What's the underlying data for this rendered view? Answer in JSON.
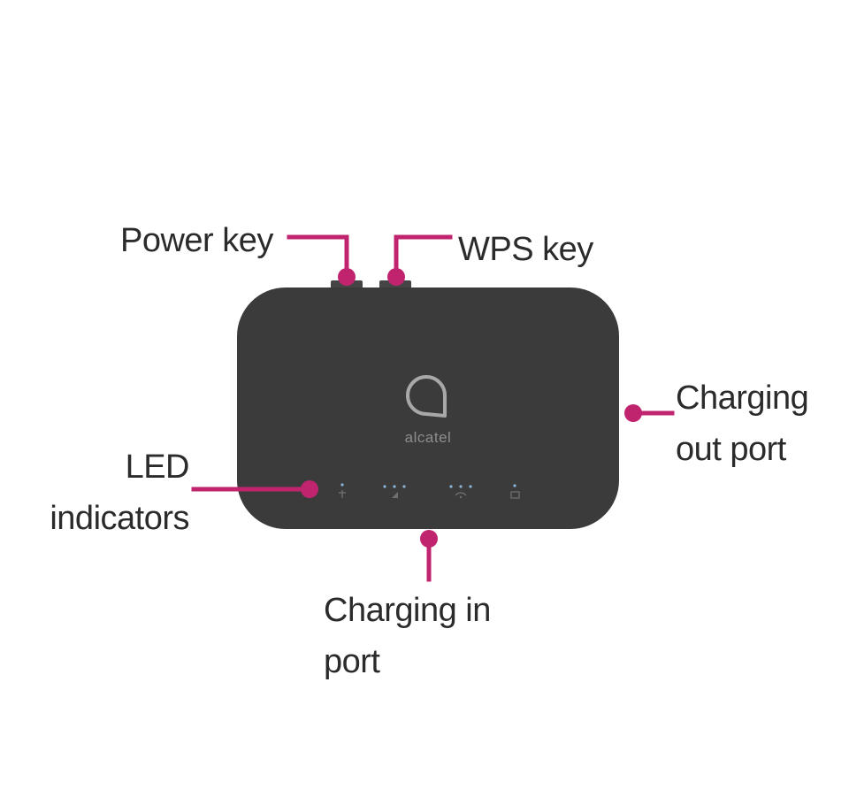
{
  "labels": {
    "power_key": "Power key",
    "wps_key": "WPS key",
    "charging_out_port": [
      "Charging",
      "out port"
    ],
    "led_indicators": [
      "LED",
      "indicators"
    ],
    "charging_in_port": [
      "Charging in",
      "port"
    ]
  },
  "device": {
    "brand": "alcatel",
    "logo_icon": "alcatel-speech-bubble-logo",
    "led_icons": [
      "power-led-icon",
      "signal-led-icon",
      "wifi-led-icon",
      "sms-led-icon"
    ]
  },
  "colors": {
    "callout": "#c0246f",
    "device_body": "#3b3b3b",
    "label_text": "#2b2b2b",
    "logo": "#a8a8a8"
  }
}
